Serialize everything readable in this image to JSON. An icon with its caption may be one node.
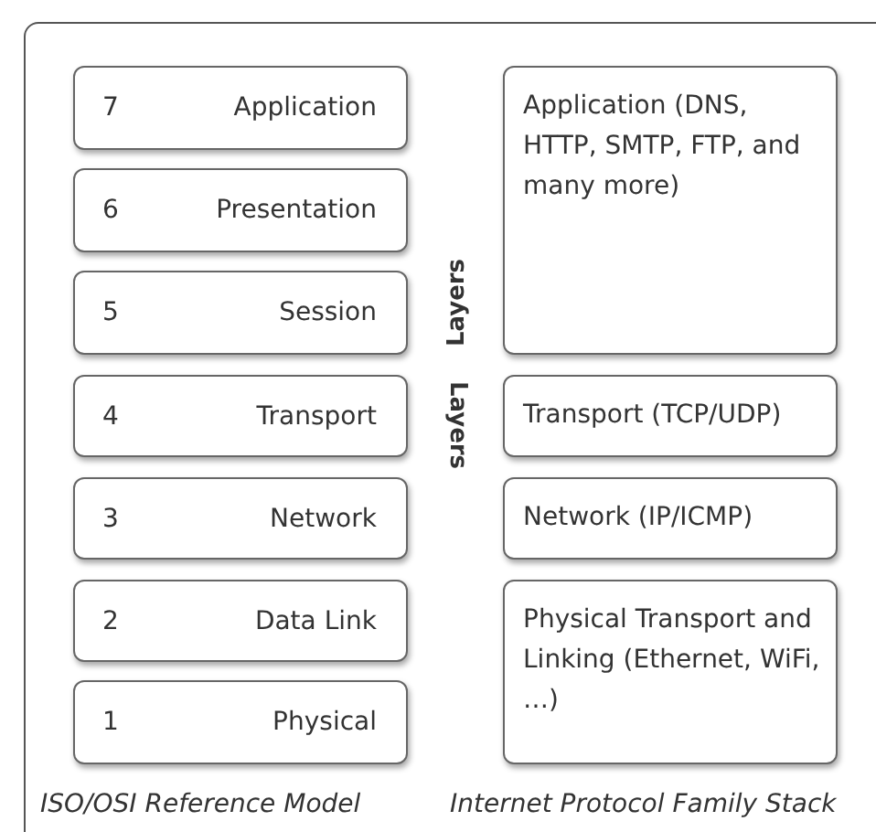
{
  "diagram": {
    "nodes": [
      {
        "text": [
          "7",
          "Application"
        ]
      },
      {
        "text": [
          "Application (DNS, HTTP, SMTP, FTP, and many more)"
        ]
      },
      {
        "text": [
          "6",
          "Presentation"
        ]
      },
      {
        "text": [
          "5",
          "Session"
        ]
      },
      {
        "text": [
          "4",
          "Transport"
        ]
      },
      {
        "text": [
          "Transport (TCP/UDP)"
        ]
      },
      {
        "text": [
          "3",
          "Network"
        ]
      },
      {
        "text": [
          "Network (IP/ICMP)"
        ]
      },
      {
        "text": [
          "2",
          "Data Link"
        ]
      },
      {
        "text": [
          "Physical Transport and Linking (Ethernet, WiFi, …)"
        ]
      },
      {
        "text": [
          "1",
          "Physical"
        ]
      }
    ],
    "labels": [
      "Layers",
      "Layers",
      "ISO/OSI Reference Model",
      "Internet Protocol Family Stack"
    ]
  }
}
